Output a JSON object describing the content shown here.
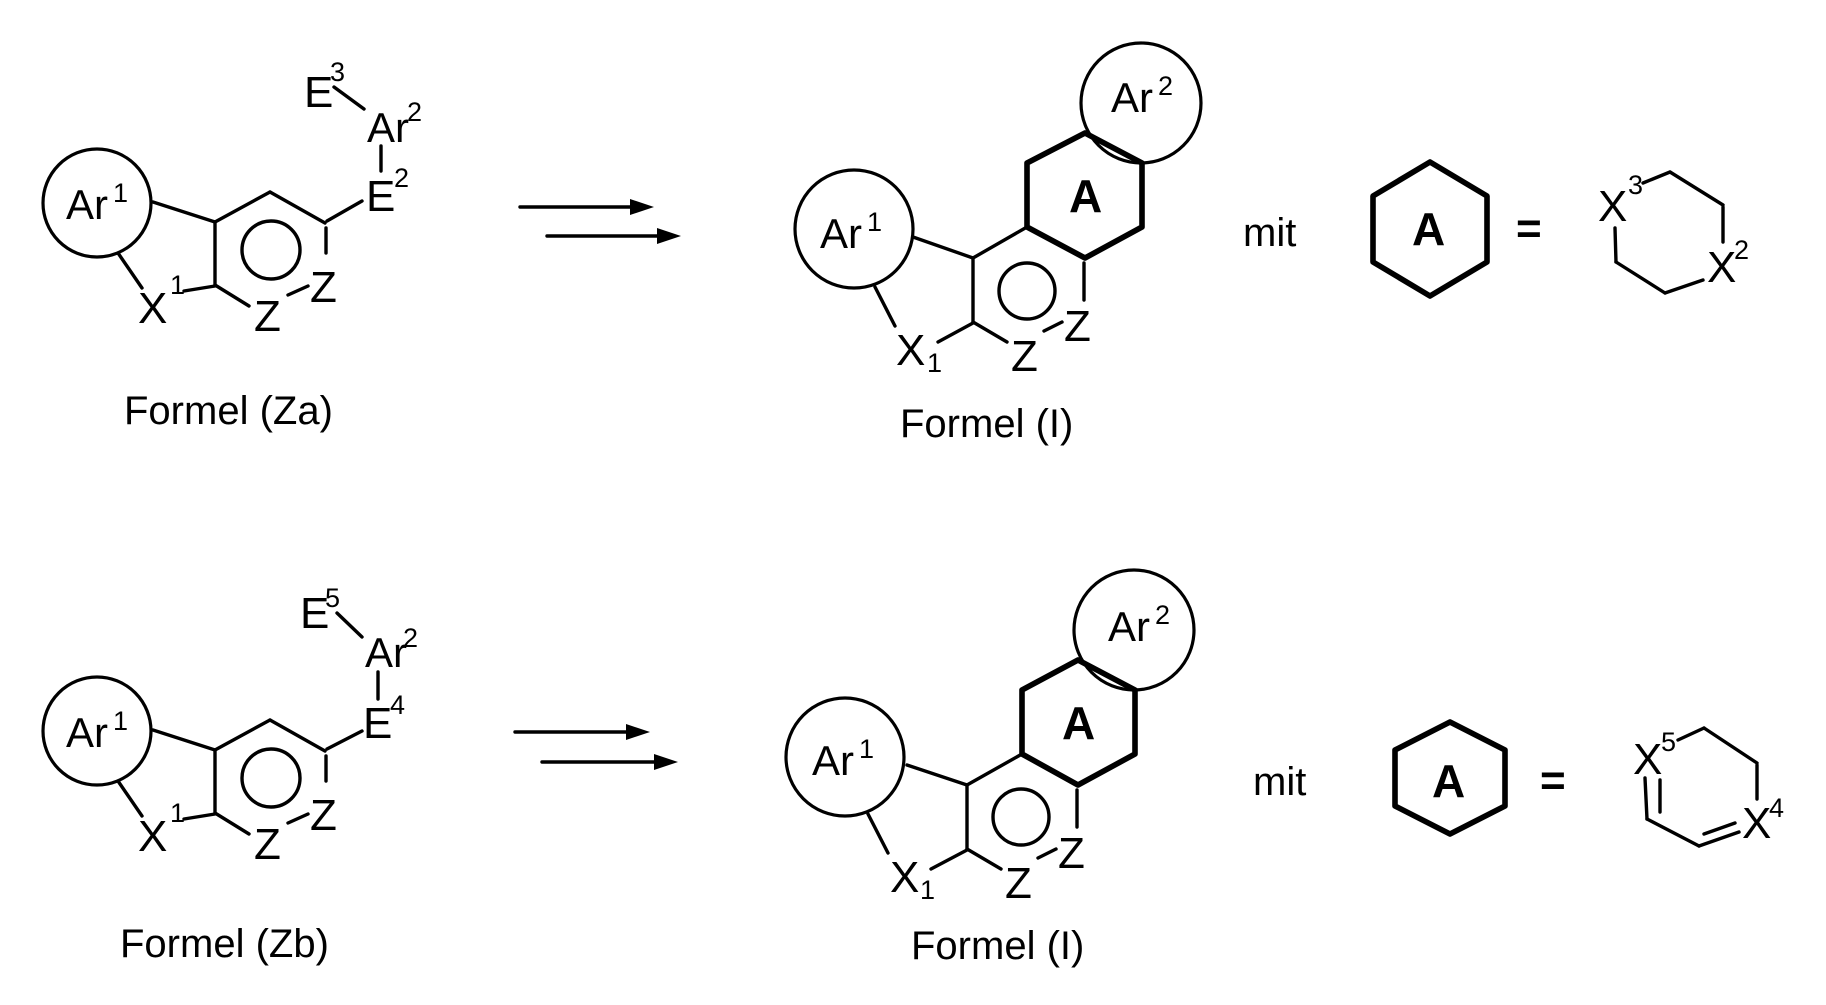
{
  "row1": {
    "reactant": {
      "ar1": "Ar",
      "ar1_sup": "1",
      "x": "X",
      "x_sup": "1",
      "z_bottom": "Z",
      "z_right": "Z",
      "e_upper": "E",
      "e_upper_sup": "3",
      "ar2": "Ar",
      "ar2_sup": "2",
      "e_lower": "E",
      "e_lower_sup": "2",
      "caption": "Formel (Za)"
    },
    "product": {
      "ar1": "Ar",
      "ar1_sup": "1",
      "ar2": "Ar",
      "ar2_sup": "2",
      "ring_a": "A",
      "x": "X",
      "x_sub": "1",
      "z_bottom": "Z",
      "z_right": "Z",
      "caption": "Formel (I)"
    },
    "definition": {
      "mit": "mit",
      "ring_a": "A",
      "equals": "=",
      "x_upper": "X",
      "x_upper_sup": "3",
      "x_lower": "X",
      "x_lower_sup": "2"
    }
  },
  "row2": {
    "reactant": {
      "ar1": "Ar",
      "ar1_sup": "1",
      "x": "X",
      "x_sup": "1",
      "z_bottom": "Z",
      "z_right": "Z",
      "e_upper": "E",
      "e_upper_sup": "5",
      "ar2": "Ar",
      "ar2_sup": "2",
      "e_lower": "E",
      "e_lower_sup": "4",
      "caption": "Formel (Zb)"
    },
    "product": {
      "ar1": "Ar",
      "ar1_sup": "1",
      "ar2": "Ar",
      "ar2_sup": "2",
      "ring_a": "A",
      "x": "X",
      "x_sub": "1",
      "z_bottom": "Z",
      "z_right": "Z",
      "caption": "Formel (I)"
    },
    "definition": {
      "mit": "mit",
      "ring_a": "A",
      "equals": "=",
      "x_upper": "X",
      "x_upper_sup": "5",
      "x_lower": "X",
      "x_lower_sup": "4"
    }
  },
  "colors": {
    "ink": "#000000",
    "paper": "#ffffff"
  }
}
